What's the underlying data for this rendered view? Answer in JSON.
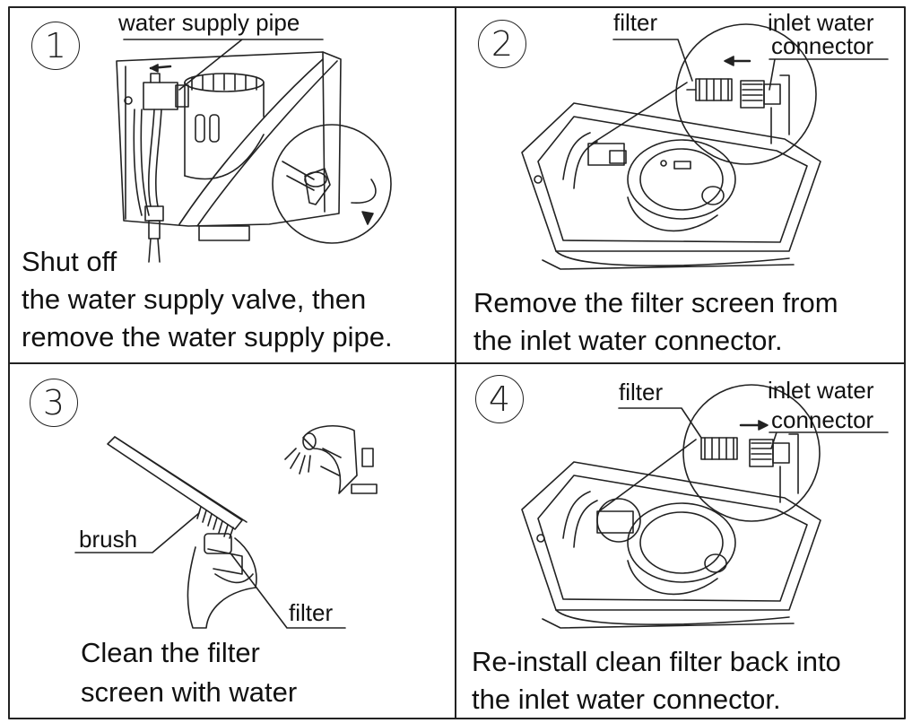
{
  "panels": [
    {
      "step": "1",
      "labels": [
        "water supply pipe"
      ],
      "caption": [
        "Shut off",
        "the water supply valve,  then",
        "remove the water supply pipe."
      ]
    },
    {
      "step": "2",
      "labels": [
        "filter",
        "inlet water",
        "connector"
      ],
      "caption": [
        "Remove the filter screen from",
        "the inlet water connector."
      ]
    },
    {
      "step": "3",
      "labels": [
        "brush",
        "filter"
      ],
      "caption": [
        "Clean the filter",
        "screen with water"
      ]
    },
    {
      "step": "4",
      "labels": [
        "filter",
        "inlet water",
        "connector"
      ],
      "caption": [
        "Re-install clean filter back into",
        "the inlet water connector."
      ]
    }
  ]
}
